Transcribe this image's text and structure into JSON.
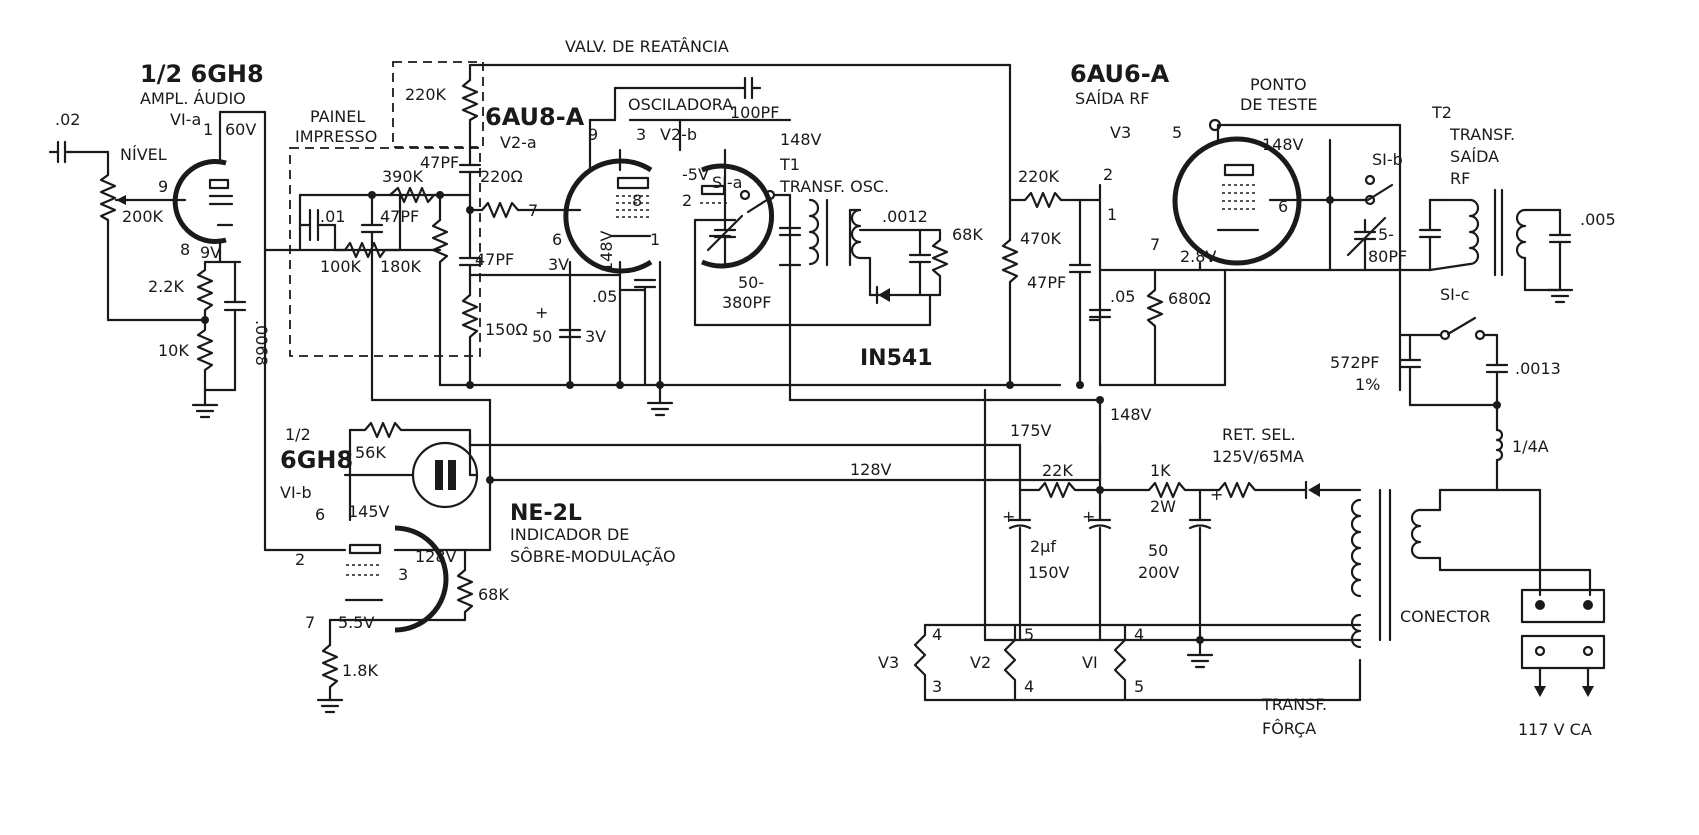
{
  "v1a": {
    "name": "1/2 6GH8",
    "role": "AMPL. ÁUDIO",
    "section": "VI-a",
    "pin_1": "1",
    "pin_9": "9",
    "pin_8": "8",
    "v_60": "60V",
    "v_9": "9V"
  },
  "input": {
    "cap": ".02",
    "level": "NÍVEL",
    "pot": "200K",
    "r22": "2.2K",
    "r10k": "10K",
    "c0068": ".0068"
  },
  "panel": {
    "line1": "PAINEL",
    "line2": "IMPRESSO",
    "c01": ".01",
    "r100k": "100K",
    "r390k": "390K",
    "c47": "47PF",
    "r180k": "180K"
  },
  "v2": {
    "name": "6AU8-A",
    "va": "V2-a",
    "vb": "V2-b",
    "reactance": "VALV. DE REATÂNCIA",
    "osc": "OSCILADORA",
    "r220k": "220K",
    "c47a": "47PF",
    "r220o": "220Ω",
    "c47b": "47PF",
    "r150": "150Ω",
    "p9": "9",
    "p3": "3",
    "p7": "7",
    "p8": "8",
    "p6": "6",
    "p2": "2",
    "p1": "1",
    "v3": "3V",
    "v148": "148V",
    "vm5": "-5V",
    "c05": ".05",
    "c50": "50",
    "v3b": "3V",
    "plus": "+"
  },
  "t1": {
    "c100": "100PF",
    "v148": "148V",
    "name": "T1",
    "desc": "TRANSF. OSC.",
    "s1a": "SI-a",
    "c50380a": "50-",
    "c50380b": "380PF",
    "c0012": ".0012",
    "r68k": "68K",
    "diode": "IN541"
  },
  "v3": {
    "name": "6AU6-A",
    "role": "SAÍDA RF",
    "id": "V3",
    "p5": "5",
    "p2": "2",
    "p1": "1",
    "p7": "7",
    "p6": "6",
    "v148": "148V",
    "v28": "2.8V",
    "test1": "PONTO",
    "test2": "DE TESTE",
    "r220k": "220K",
    "r470k": "470K",
    "c47": "47PF",
    "c05": ".05",
    "r680": "680Ω"
  },
  "t2": {
    "s1b": "SI-b",
    "c5a": "5-",
    "c5b": "80PF",
    "name": "T2",
    "d1": "TRANSF.",
    "d2": "SAÍDA",
    "d3": "RF",
    "c005": ".005",
    "s1c": "SI-c",
    "c572": "572PF",
    "pct": "1%",
    "c0013": ".0013",
    "fuse": "1/4A"
  },
  "v1b": {
    "l1": "1/2",
    "l2": "6GH8",
    "section": "VI-b",
    "r56": "56K",
    "p6": "6",
    "v145": "145V",
    "p2": "2",
    "p3": "3",
    "v128": "128V",
    "p7": "7",
    "v55": "5.5V",
    "r68": "68K",
    "r18": "1.8K",
    "neon": "NE-2L",
    "ind1": "INDICADOR DE",
    "ind2": "SÔBRE-MODULAÇÃO"
  },
  "psu": {
    "v175": "175V",
    "v148": "148V",
    "v128": "128V",
    "r22k": "22K",
    "r1k": "1K",
    "r2w": "2W",
    "ret1": "RET. SEL.",
    "ret2": "125V/65MA",
    "c2a": "2μf",
    "c2b": "150V",
    "c50a": "50",
    "c50b": "200V",
    "plus": "+"
  },
  "fil": {
    "v3": "V3",
    "v2": "V2",
    "v1": "VI",
    "a4": "4",
    "a3": "3",
    "b5": "5",
    "b4": "4",
    "c4": "4",
    "c5": "5",
    "tr1": "TRANSF.",
    "tr2": "FÔRÇA"
  },
  "mains": {
    "con": "CONECTOR",
    "volts": "117 V CA"
  }
}
